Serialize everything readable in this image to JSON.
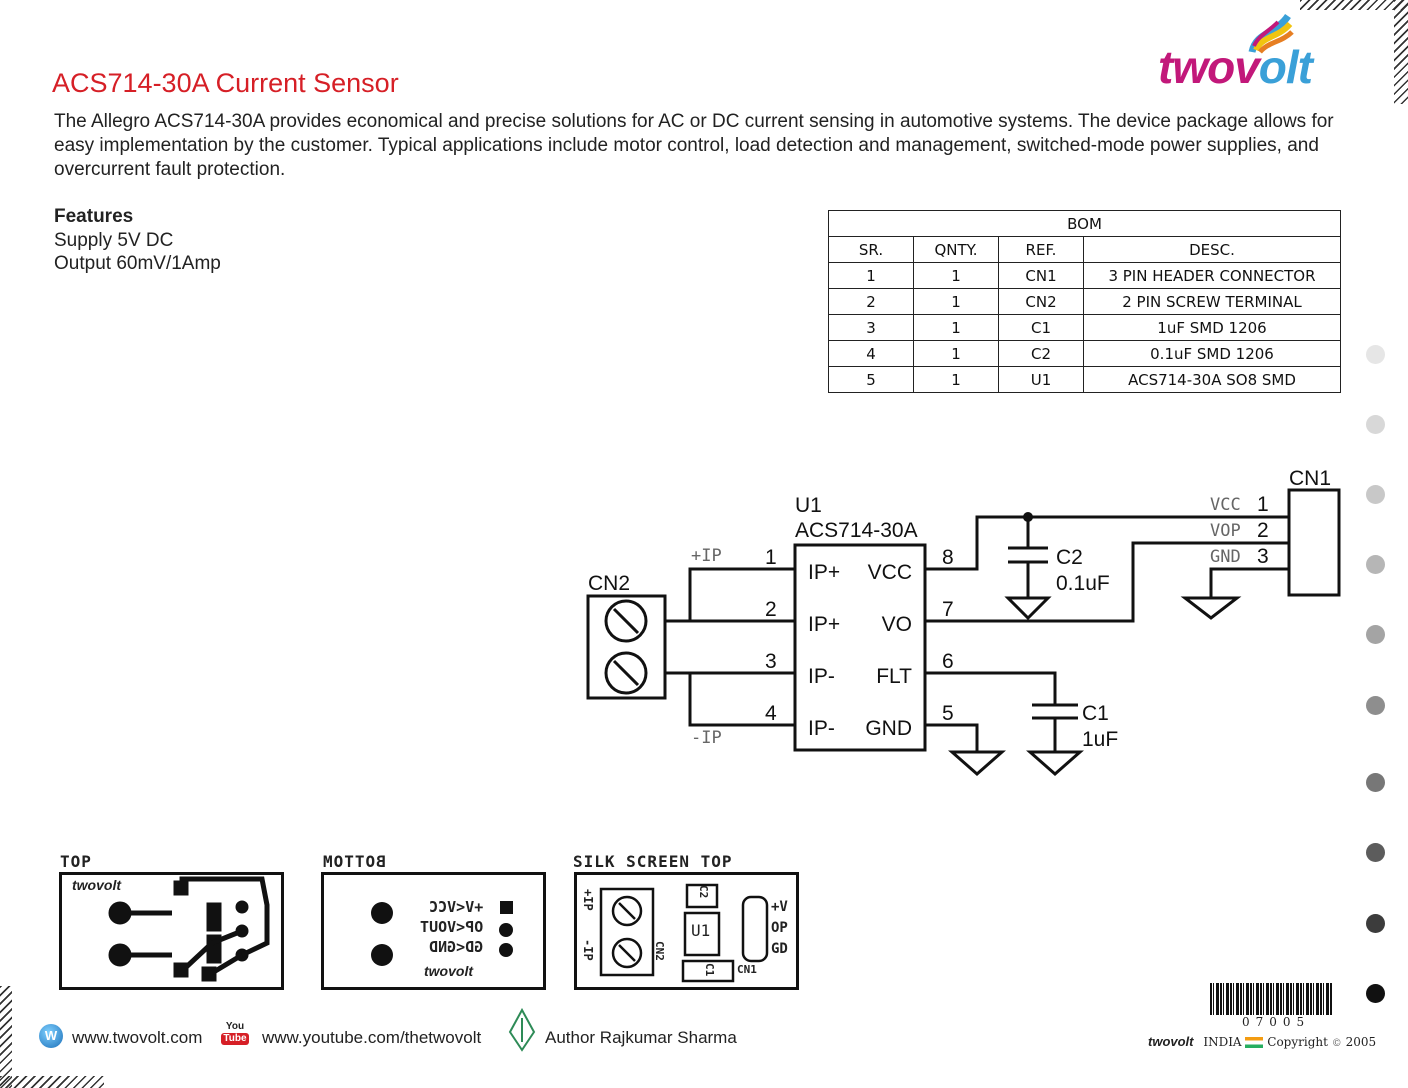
{
  "header": {
    "title": "ACS714-30A Current Sensor",
    "logo_main": "twov",
    "logo_accent": "olt",
    "intro": "The Allegro ACS714-30A  provides economical and precise solutions for AC or DC current sensing in automotive systems. The device package allows for easy implementation by the customer. Typical applications include motor control, load detection and management, switched-mode power supplies, and overcurrent fault protection."
  },
  "features": {
    "heading": "Features",
    "items": [
      "Supply 5V DC",
      "Output 60mV/1Amp"
    ]
  },
  "bom": {
    "title": "BOM",
    "headers": [
      "SR.",
      "QNTY.",
      "REF.",
      "DESC."
    ],
    "rows": [
      [
        "1",
        "1",
        "CN1",
        "3 PIN HEADER CONNECTOR"
      ],
      [
        "2",
        "1",
        "CN2",
        "2 PIN SCREW TERMINAL"
      ],
      [
        "3",
        "1",
        "C1",
        "1uF SMD 1206"
      ],
      [
        "4",
        "1",
        "C2",
        "0.1uF SMD 1206"
      ],
      [
        "5",
        "1",
        "U1",
        "ACS714-30A SO8 SMD"
      ]
    ]
  },
  "schematic": {
    "u1_ref": "U1",
    "u1_part": "ACS714-30A",
    "cn1": "CN1",
    "cn2": "CN2",
    "c1_ref": "C1",
    "c1_val": "1uF",
    "c2_ref": "C2",
    "c2_val": "0.1uF",
    "net_ip_pos": "+IP",
    "net_ip_neg": "-IP",
    "pins_left": [
      {
        "num": "1",
        "name": "IP+"
      },
      {
        "num": "2",
        "name": "IP+"
      },
      {
        "num": "3",
        "name": "IP-"
      },
      {
        "num": "4",
        "name": "IP-"
      }
    ],
    "pins_right": [
      {
        "num": "8",
        "name": "VCC"
      },
      {
        "num": "7",
        "name": "VO"
      },
      {
        "num": "6",
        "name": "FLT"
      },
      {
        "num": "5",
        "name": "GND"
      }
    ],
    "cn1_pins": [
      {
        "net": "VCC",
        "num": "1"
      },
      {
        "net": "VOP",
        "num": "2"
      },
      {
        "net": "GND",
        "num": "3"
      }
    ]
  },
  "pcb": {
    "top_label": "TOP",
    "bottom_label": "BOTTOM",
    "silk_label": "SILK  SCREEN  TOP",
    "brand": "twovolt",
    "bottom_lines": [
      "+V<VCC",
      "OP<VOUT",
      "GD<GND"
    ],
    "silk_pins": [
      "+V",
      "OP",
      "GD"
    ],
    "silk_u1": "U1",
    "silk_c1": "C1",
    "silk_c2": "C2",
    "silk_cn1": "CN1",
    "silk_cn2": "CN2",
    "silk_ip_pos": "+IP",
    "silk_ip_neg": "-IP"
  },
  "footer": {
    "website": "www.twovolt.com",
    "youtube_top": "You",
    "youtube_bottom": "Tube",
    "youtube": "www.youtube.com/thetwovolt",
    "author": "Author Rajkumar Sharma",
    "barcode": "07005",
    "brand": "twovolt",
    "country": "INDIA",
    "copyright": "Copyright",
    "year": "2005"
  },
  "colors": {
    "accent_red": "#d61f26",
    "logo_magenta": "#c2187a",
    "logo_blue": "#3aa0d8"
  }
}
